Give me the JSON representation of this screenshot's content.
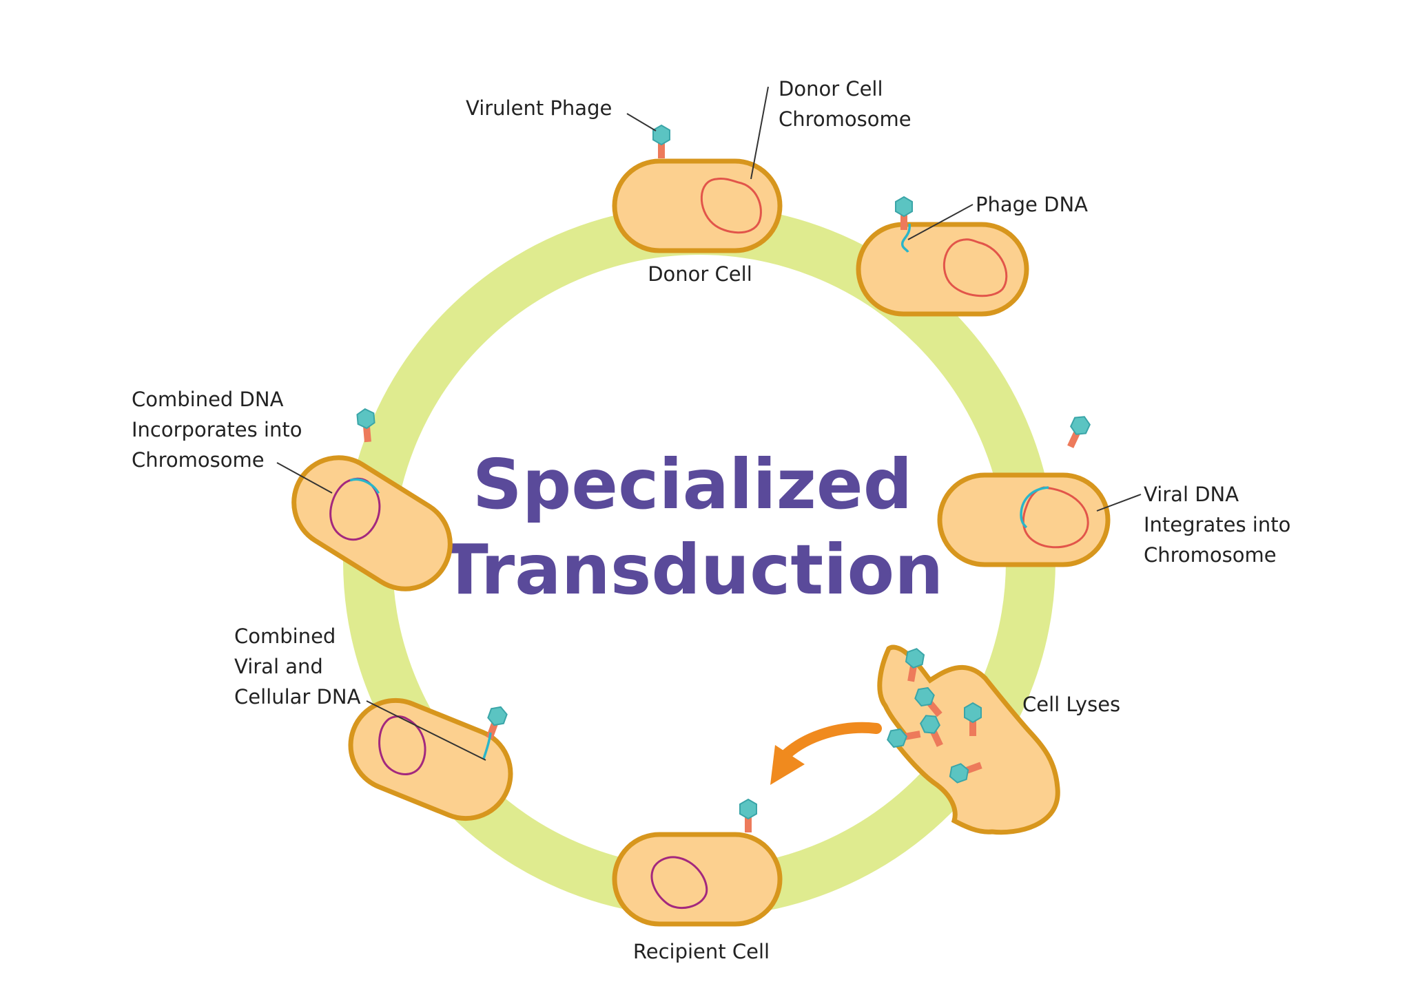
{
  "title": {
    "line1": "Specialized",
    "line2": "Transduction"
  },
  "labels": {
    "virulent_phage": "Virulent Phage",
    "donor_cell_chromosome": [
      "Donor Cell",
      "Chromosome"
    ],
    "phage_dna": "Phage DNA",
    "donor_cell": "Donor Cell",
    "viral_dna_integrates": [
      "Viral DNA",
      "Integrates into",
      "Chromosome"
    ],
    "cell_lyses": "Cell Lyses",
    "recipient_cell": "Recipient Cell",
    "combined_viral_cellular": [
      "Combined",
      "Viral and",
      "Cellular DNA"
    ],
    "combined_dna_incorporates": [
      "Combined DNA",
      "Incorporates into",
      "Chromosome"
    ]
  },
  "colors": {
    "ring": "#dfeb8f",
    "cell_fill": "#fcd08f",
    "cell_outline": "#d7961d",
    "title": "#5a4a9a",
    "phage_head": "#5bc4c2",
    "phage_tail": "#ed7a5b",
    "arrow": "#f08a1e",
    "chromosome_red": "#e2554a",
    "chromosome_purple": "#a3287e",
    "viral_dna": "#2ab5c9"
  }
}
